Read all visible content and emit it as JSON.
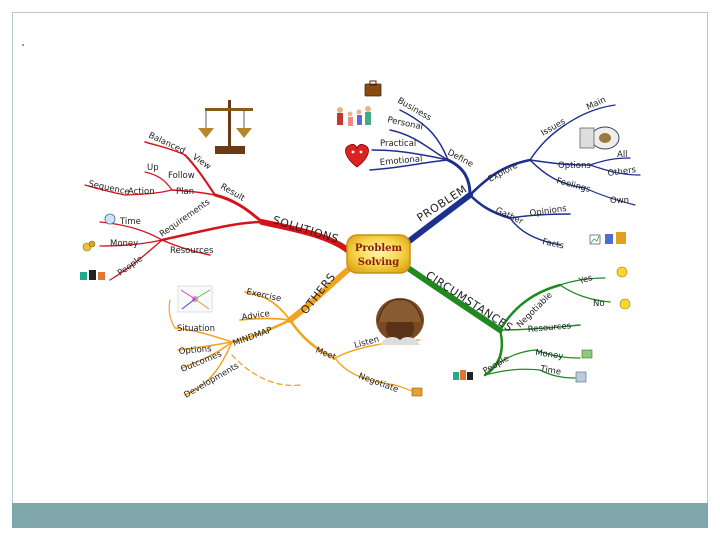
{
  "center": {
    "line1": "Problem",
    "line2": "Solving"
  },
  "branches": {
    "solutions": "SOLUTIONS",
    "problem": "PROBLEM",
    "circumstances": "CIRCUMSTANCES",
    "others": "OTHERS"
  },
  "solutions": {
    "result": "Result",
    "view": "View",
    "balanced": "Balanced",
    "up": "Up",
    "follow": "Follow",
    "plan": "Plan",
    "sequence": "Sequence",
    "action": "Action",
    "requirements": "Requirements",
    "time": "Time",
    "resources": "Resources",
    "money": "Money",
    "people": "People"
  },
  "problem": {
    "define": "Define",
    "business": "Business",
    "personal": "Personal",
    "practical": "Practical",
    "emotional": "Emotional",
    "explore": "Explore",
    "issues": "Issues",
    "main": "Main",
    "options": "Options",
    "all": "All",
    "others": "Others",
    "feelings": "Feelings",
    "own": "Own",
    "gather": "Gather",
    "opinions": "Opinions",
    "facts": "Facts"
  },
  "circumstances": {
    "negotiable": "Negotiable",
    "yes": "Yes",
    "no": "No",
    "resources": "Resources",
    "people": "People",
    "money": "Money",
    "time": "Time"
  },
  "others": {
    "mindmap": "MINDMAP",
    "exercise": "Exercise",
    "advice": "Advice",
    "situation": "Situation",
    "options": "Options",
    "outcomes": "Outcomes",
    "developments": "Developments",
    "meet": "Meet",
    "listen": "Listen",
    "negotiate": "Negotiate"
  },
  "colors": {
    "red": "#d4141a",
    "blue": "#1d2f8f",
    "green": "#1f8a1f",
    "orange": "#f2a420",
    "footer": "#7fa6ab"
  }
}
